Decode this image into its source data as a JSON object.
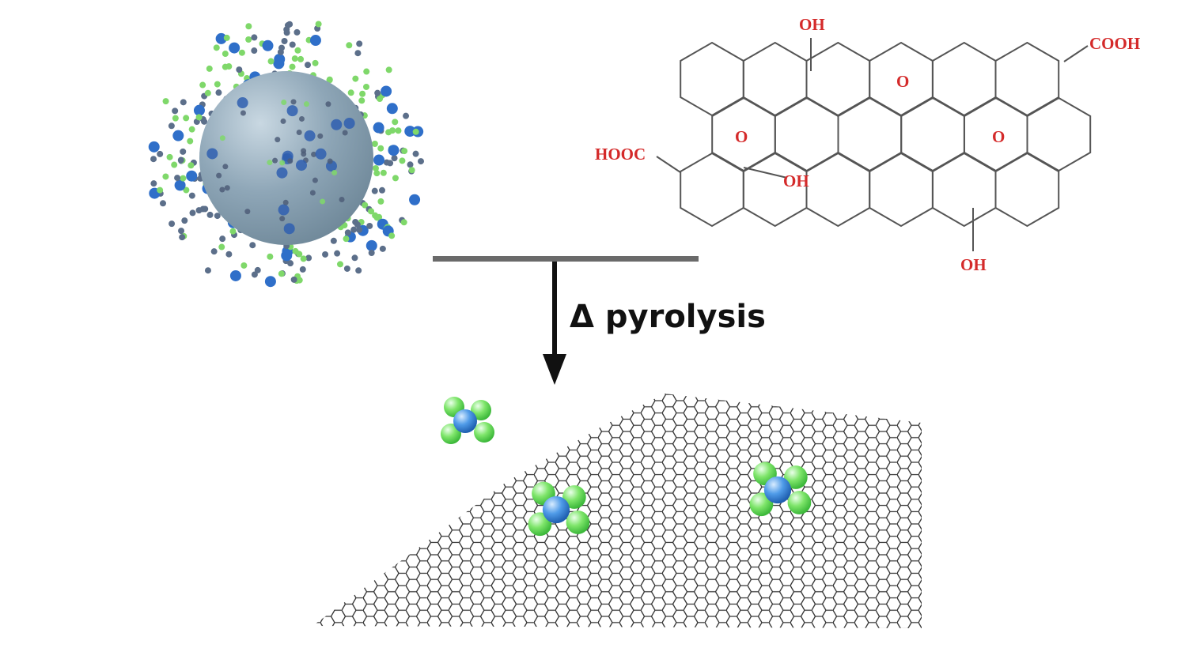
{
  "reaction": {
    "condition_label": "Δ pyrolysis"
  },
  "graphene_oxide": {
    "labels": {
      "oh_top": "OH",
      "cooh_right": "COOH",
      "hooc_left": "HOOC",
      "epoxide_1": "O",
      "epoxide_2": "O",
      "epoxide_3": "O",
      "oh_middle": "OH",
      "oh_bottom": "OH"
    }
  },
  "colors": {
    "label_red": "#d42a2a",
    "bond_gray": "#555555",
    "sphere": "#8fa7b8",
    "metal_blue": "#2f6fc9",
    "ligand_green": "#66dd55"
  }
}
